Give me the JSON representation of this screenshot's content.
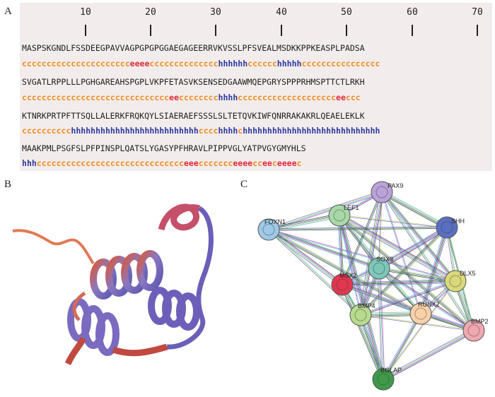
{
  "panels": {
    "a": "A",
    "b": "B",
    "c": "C"
  },
  "ruler": [
    "10",
    "20",
    "30",
    "40",
    "50",
    "60",
    "70"
  ],
  "sequence": {
    "lines": [
      {
        "seq": "MASPSKGNDLFSSDEEGPAVVAGPGPGPGGAEGAGEERRVKVSSLPFSVEALMSDKKPPKEASPLPADSA",
        "ss": "cccccccccccccccccccccceeeecccccccccccccchhhhhhcccccchhhhhcccccccccccccccc"
      },
      {
        "seq": "SVGATLRPPLLLPGHGAREAHSPGPLVKPFETASVKSENSEDGAAWMQEPGRYSPPPRHMSPTTCTLRKH",
        "ss": "cccccccccccccccccccccccccccccceecccccccchhhhcccccccccccccccccccceeccc"
      },
      {
        "seq": "KTNRKPRTPFTTSQLLALERKFRQKQYLSIAERAEFSSSLSLTETQVKIWFQNRRAKAKRLQEAELEKLK",
        "ss": "cccccccccchhhhhhhhhhhhhhhhhhhhhhhhhhcccchhhhchhhhhhhhhhhhhhhhhhhhhhhhhhhh"
      },
      {
        "seq": "MAAKPMLPSGFSLPFPINSPLQATSLYGASYPFHRAVLPIPPVGLYATPVGYGMYHLS",
        "ss": "hhhcccccccccccccccccccccccccccccceeeccccccceeeecceeceeeec"
      }
    ]
  },
  "network": {
    "nodes": [
      {
        "id": "PAX9",
        "label": "PAX9",
        "color": "#b9a3d9"
      },
      {
        "id": "LEF1",
        "label": "LEF1",
        "color": "#a8d8a8"
      },
      {
        "id": "FOXN1",
        "label": "FOXN1",
        "color": "#9ec9e8"
      },
      {
        "id": "SHH",
        "label": "SHH",
        "color": "#5a6fc2"
      },
      {
        "id": "SOX9",
        "label": "SOX9",
        "color": "#7cc7b8"
      },
      {
        "id": "MSX2",
        "label": "MSX2",
        "color": "#e2364f"
      },
      {
        "id": "DLX5",
        "label": "DLX5",
        "color": "#d9d97a"
      },
      {
        "id": "BMP4",
        "label": "BMP4",
        "color": "#b8dc8e"
      },
      {
        "id": "RUNX2",
        "label": "RUNX2",
        "color": "#f9d1a8"
      },
      {
        "id": "BMP2",
        "label": "BMP2",
        "color": "#f0a8b0"
      },
      {
        "id": "BGLAP",
        "label": "BGLAP",
        "color": "#3f9a4a"
      }
    ],
    "edge_colors": [
      "#2e9c3c",
      "#3c3c3c",
      "#c23ccf",
      "#3ab7d6",
      "#b9d94a",
      "#6e5acb"
    ]
  },
  "colors": {
    "coil": "#ee8c1e",
    "helix": "#2b3a9c",
    "strand": "#e0273a",
    "panel_bg": "#f3ecec"
  }
}
